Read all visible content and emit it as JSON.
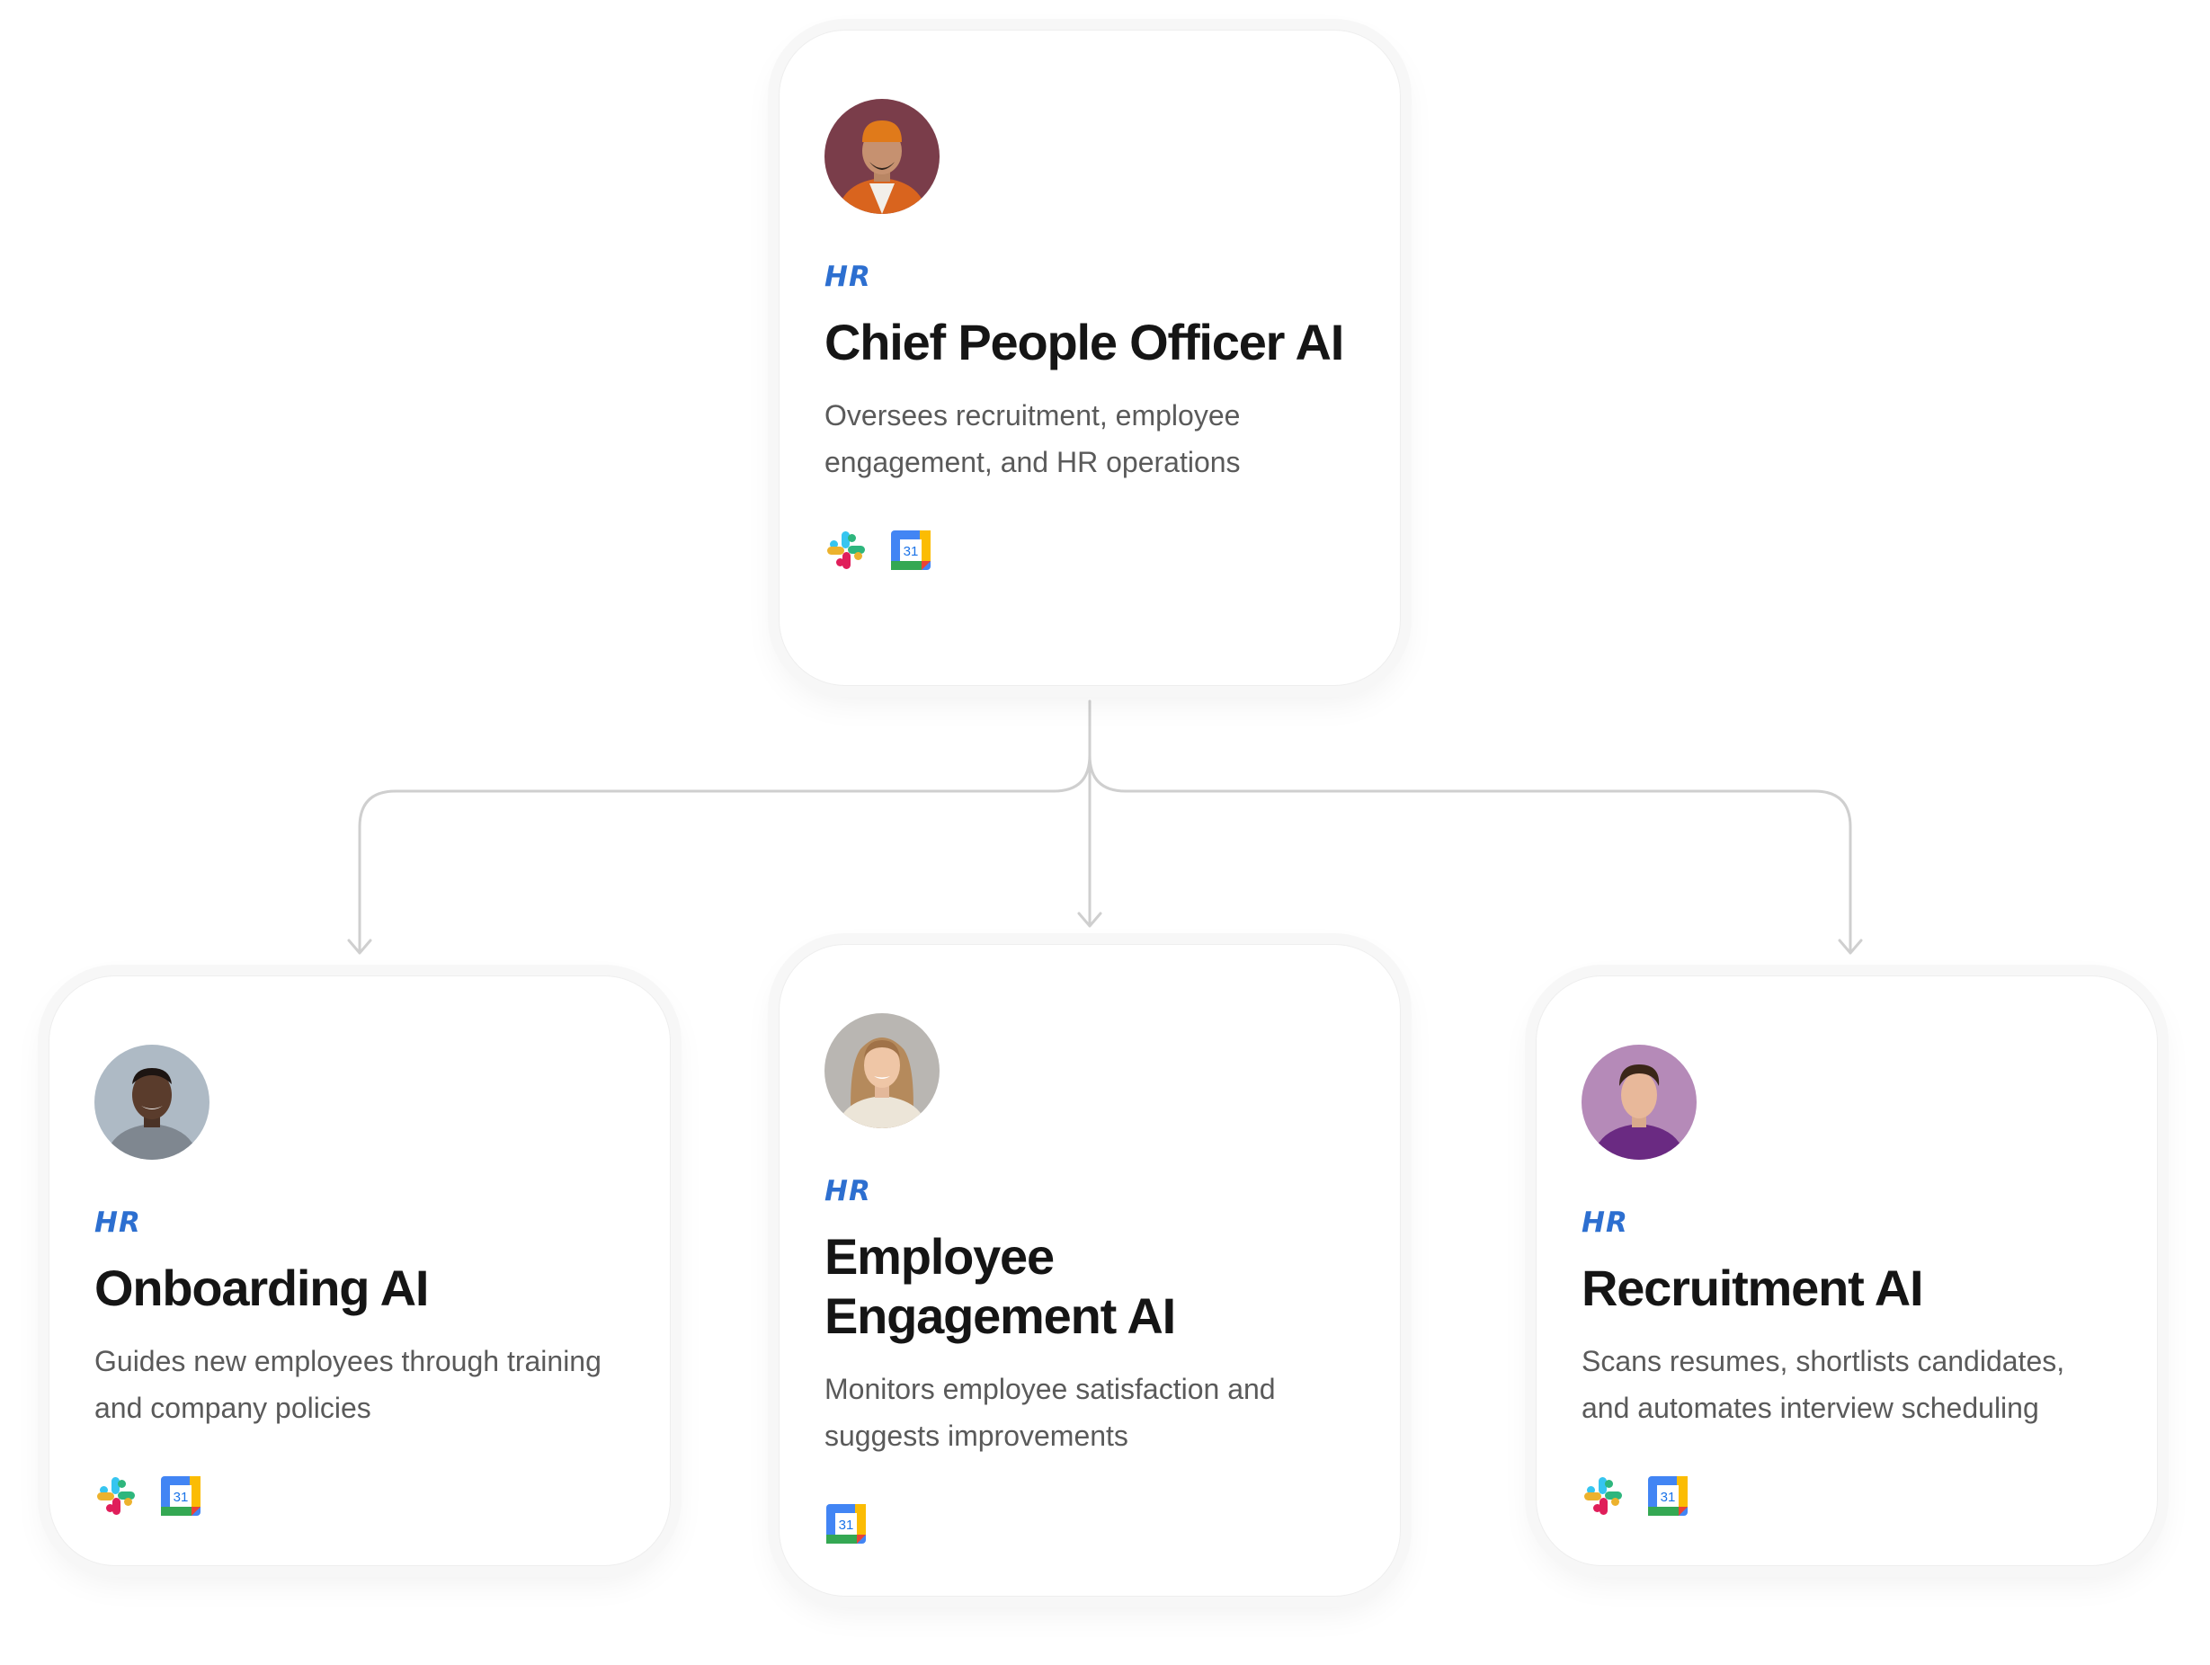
{
  "cards": {
    "cpo": {
      "department": "HR",
      "title": "Chief People Officer AI",
      "description": "Oversees recruitment, employee engagement, and HR operations",
      "tools": [
        "slack-icon",
        "google-calendar-icon"
      ]
    },
    "onboarding": {
      "department": "HR",
      "title": "Onboarding AI",
      "description": "Guides new employees through training and company policies",
      "tools": [
        "slack-icon",
        "google-calendar-icon"
      ]
    },
    "engagement": {
      "department": "HR",
      "title": "Employee Engagement AI",
      "description": "Monitors employee satisfaction and suggests improvements",
      "tools": [
        "google-calendar-icon"
      ]
    },
    "recruitment": {
      "department": "HR",
      "title": "Recruitment AI",
      "description": "Scans resumes, shortlists candidates, and automates interview scheduling",
      "tools": [
        "slack-icon",
        "google-calendar-icon"
      ]
    }
  },
  "calendar_day": "31",
  "colors": {
    "connector": "#cfcfcf",
    "department_label": "#2d6fd0",
    "title": "#151515",
    "description": "#5a5a5a"
  }
}
